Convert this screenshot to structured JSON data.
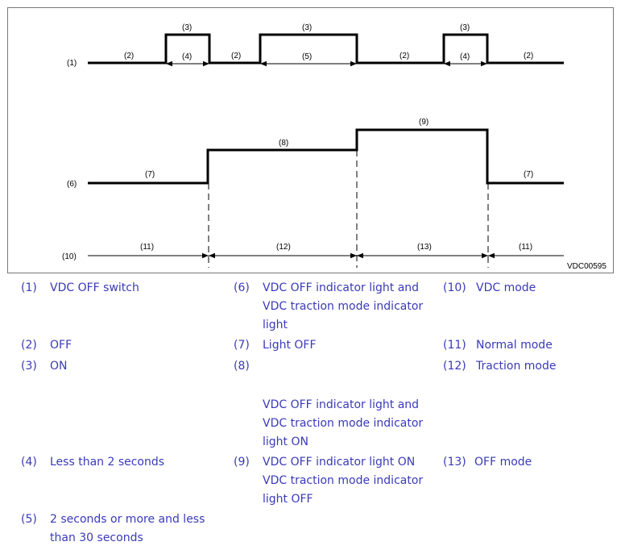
{
  "diagram": {
    "code": "VDC00595",
    "labels": {
      "l1": "(1)",
      "l2": "(2)",
      "l3": "(3)",
      "l4": "(4)",
      "l5": "(5)",
      "l6": "(6)",
      "l7": "(7)",
      "l8": "(8)",
      "l9": "(9)",
      "l10": "(10)",
      "l11": "(11)",
      "l12": "(12)",
      "l13": "(13)"
    }
  },
  "legend": {
    "n1": "(1)",
    "t1": "VDC OFF switch",
    "n2": "(2)",
    "t2": "OFF",
    "n3": "(3)",
    "t3": "ON",
    "n4": "(4)",
    "t4": "Less than 2 seconds",
    "n5": "(5)",
    "t5a": "2 seconds or more and less",
    "t5b": "than 30 seconds",
    "n6": "(6)",
    "t6a": "VDC OFF indicator light and",
    "t6b": "VDC traction mode indicator",
    "t6c": "light",
    "n7": "(7)",
    "t7": "Light OFF",
    "n8": "(8)",
    "t8a": "VDC OFF indicator light and",
    "t8b": "VDC traction mode indicator",
    "t8c": "light ON",
    "n9": "(9)",
    "t9a": "VDC OFF indicator light ON",
    "t9b": "VDC traction mode indicator",
    "t9c": "light OFF",
    "n10": "(10)",
    "t10": "VDC mode",
    "n11": "(11)",
    "t11": "Normal mode",
    "n12": "(12)",
    "t12": "Traction mode",
    "n13": "(13)",
    "t13": "OFF mode"
  }
}
